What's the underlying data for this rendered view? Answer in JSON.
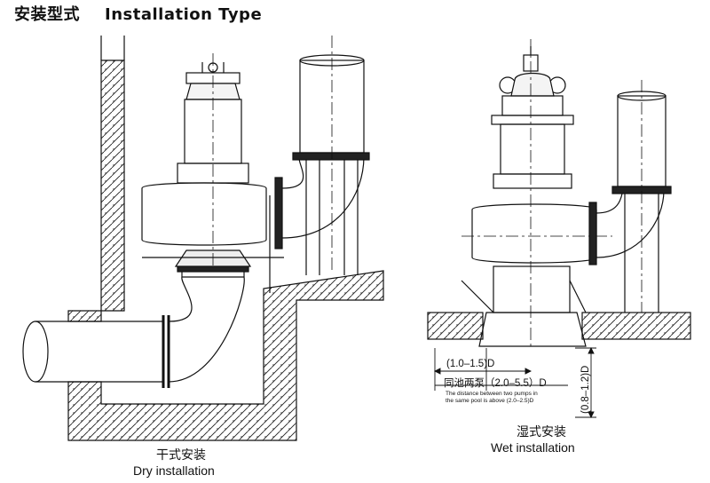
{
  "header": {
    "title_cn": "安装型式",
    "title_en": "Installation Type"
  },
  "dry": {
    "caption_cn": "干式安装",
    "caption_en": "Dry installation"
  },
  "wet": {
    "caption_cn": "湿式安装",
    "caption_en": "Wet installation",
    "dim_spacing": "(1.0–1.5)D",
    "dim_pool": "同池两泵（2.0–5.5）D",
    "note": "The distance between two pumps in the same pool is above (2.0–2.5)D",
    "dim_height": "(0.8–1.2)D"
  }
}
